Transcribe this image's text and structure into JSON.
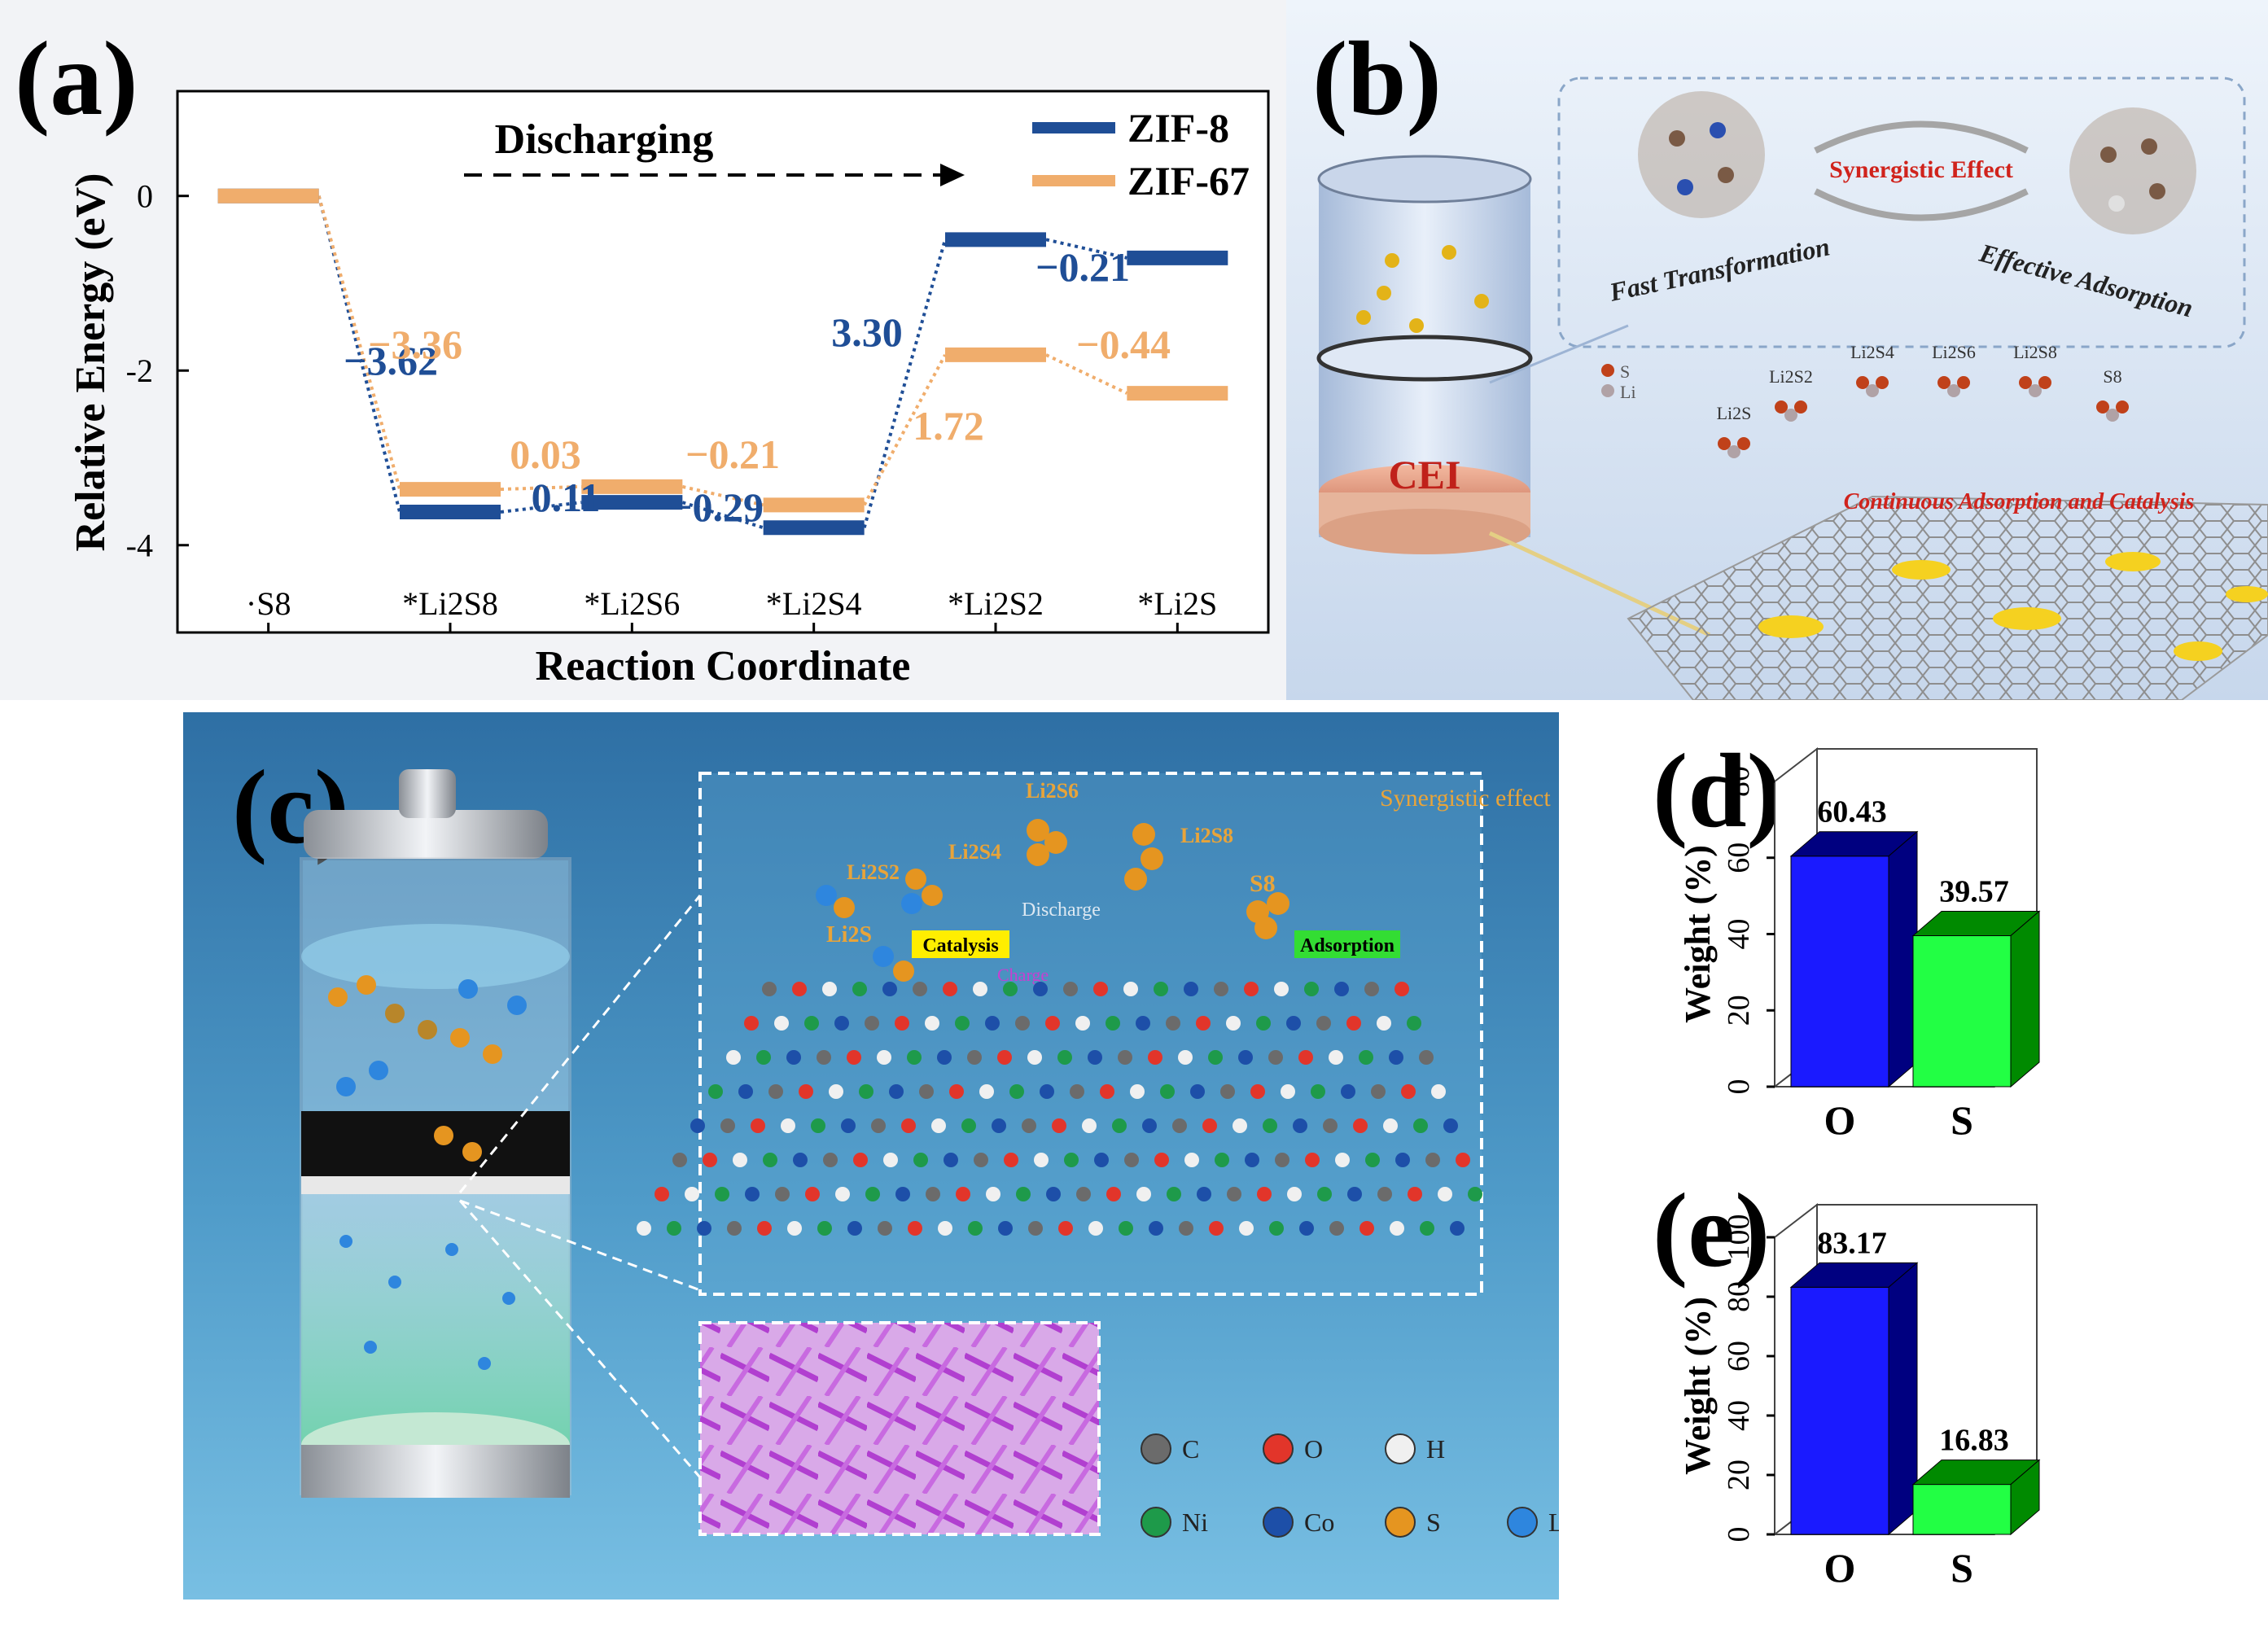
{
  "panel_labels": {
    "a": "(a)",
    "b": "(b)",
    "c": "(c)",
    "d": "(d)",
    "e": "(e)"
  },
  "colors": {
    "zif8": "#1f4e96",
    "zif67": "#f0ad6c",
    "bar_o": "#1a1aff",
    "bar_o_dark": "#000080",
    "bar_s": "#22ff44",
    "bar_s_dark": "#008a00",
    "cei_red": "#d0231c"
  },
  "chart_data": [
    {
      "type": "line",
      "panel": "a",
      "title": "",
      "xlabel": "Reaction Coordinate",
      "ylabel": "Relative  Energy (eV)",
      "categories": [
        "·S8",
        "*Li2S8",
        "*Li2S6",
        "*Li2S4",
        "*Li2S2",
        "*Li2S"
      ],
      "ylim": [
        -5.0,
        1.2
      ],
      "yticks": [
        0,
        -2,
        -4
      ],
      "annotation": "Discharging",
      "legend_position": "top-right",
      "series": [
        {
          "name": "ZIF-8",
          "values": [
            0.0,
            -3.62,
            -3.51,
            -3.8,
            -0.5,
            -0.71
          ],
          "step_labels": [
            "−3.62",
            "0.11",
            "−0.29",
            "3.30",
            "−0.21"
          ]
        },
        {
          "name": "ZIF-67",
          "values": [
            0.0,
            -3.36,
            -3.33,
            -3.54,
            -1.82,
            -2.26
          ],
          "step_labels": [
            "−3.36",
            "0.03",
            "−0.21",
            "1.72",
            "−0.44"
          ]
        }
      ]
    },
    {
      "type": "bar",
      "panel": "d",
      "title": "",
      "xlabel": "",
      "ylabel": "Weight (%)",
      "categories": [
        "O",
        "S"
      ],
      "values": [
        60.43,
        39.57
      ],
      "value_labels": [
        "60.43",
        "39.57"
      ],
      "ylim": [
        0,
        80
      ],
      "yticks": [
        0,
        20,
        40,
        60,
        80
      ]
    },
    {
      "type": "bar",
      "panel": "e",
      "title": "",
      "xlabel": "",
      "ylabel": "Weight (%)",
      "categories": [
        "O",
        "S"
      ],
      "values": [
        83.17,
        16.83
      ],
      "value_labels": [
        "83.17",
        "16.83"
      ],
      "ylim": [
        0,
        100
      ],
      "yticks": [
        0,
        20,
        40,
        60,
        80,
        100
      ]
    }
  ],
  "panel_b": {
    "top_left": "Fast Transformation",
    "top_center": "Synergistic Effect",
    "top_right": "Effective Adsorption",
    "cei": "CEI",
    "legend_s": "S",
    "legend_li": "Li",
    "species": [
      "Li2S",
      "Li2S2",
      "Li2S4",
      "Li2S6",
      "Li2S8",
      "S8"
    ],
    "bottom": "Continuous Adsorption and Catalysis"
  },
  "panel_c": {
    "synergy": "Synergistic effect",
    "catalysis": "Catalysis",
    "adsorption": "Adsorption",
    "discharge": "Discharge",
    "charge": "Charge",
    "s8": "S8",
    "li2s8": "Li2S8",
    "li2s6": "Li2S6",
    "li2s4": "Li2S4",
    "li2s2": "Li2S2",
    "li2s": "Li2S",
    "legend": [
      {
        "label": "C",
        "color": "#6b6b6b"
      },
      {
        "label": "O",
        "color": "#e2352a"
      },
      {
        "label": "H",
        "color": "#f0f0f0"
      },
      {
        "label": "Ni",
        "color": "#1e9a4a"
      },
      {
        "label": "Co",
        "color": "#1d4fa8"
      },
      {
        "label": "S",
        "color": "#e59520"
      },
      {
        "label": "Li",
        "color": "#2e86de"
      }
    ]
  }
}
